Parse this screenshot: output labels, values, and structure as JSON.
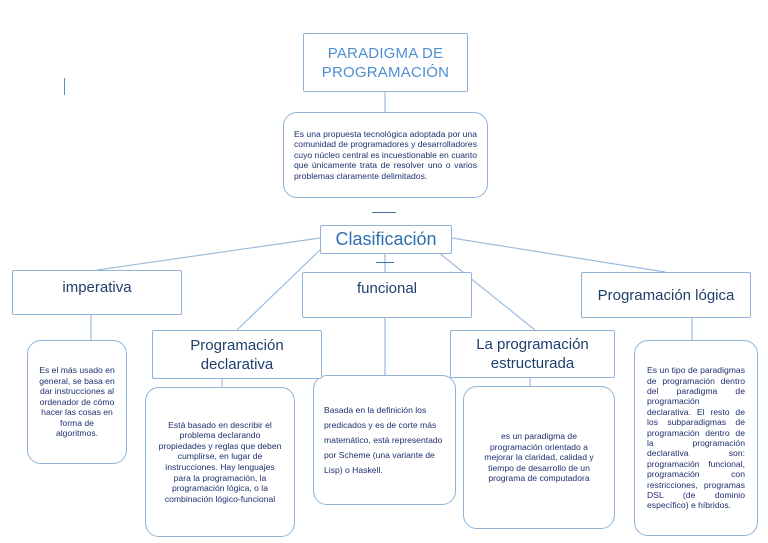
{
  "root": {
    "title": "PARADIGMA DE PROGRAMACIÓN"
  },
  "definition": "Es una propuesta tecnológica adoptada por una comunidad de programadores y desarrolladores cuyo núcleo central es incuestionable en cuanto que únicamente trata de resolver uno o varios problemas claramente delimitados.",
  "classification": {
    "label": "Clasificación"
  },
  "types": {
    "imperativa": {
      "label": "imperativa",
      "description": "Es el más usado en general, se basa en dar instrucciones al ordenador de cómo hacer las cosas en forma de algoritmos."
    },
    "declarativa": {
      "label": "Programación declarativa",
      "description": "Está basado en describir el problema declarando propiedades y reglas que deben cumplirse, en lugar de instrucciones. Hay lenguajes para la programación, la programación lógica, o la combinación lógico-funcional"
    },
    "funcional": {
      "label": "funcional",
      "description": "Basada en la definición los predicados y es de corte más matemático, está representado por Scheme (una variante de Lisp) o Haskell."
    },
    "estructurada": {
      "label": "La programación estructurada",
      "description": "es un paradigma de programación orientado a mejorar la claridad, calidad y tiempo de desarrollo de un programa de computadora"
    },
    "logica": {
      "label": "Programación lógica",
      "description": "Es un tipo de paradigmas de programación dentro del paradigma de programación declarativa. El resto de los subparadigmas de programación dentro de la programación declarativa son: programación funcional, programación con restricciones, programas DSL (de dominio específico) e híbridos."
    }
  },
  "colors": {
    "border": "#8fb4d8",
    "connector": "#9bbbdc",
    "title": "#4e8fd0",
    "text": "#1f2f6f"
  }
}
